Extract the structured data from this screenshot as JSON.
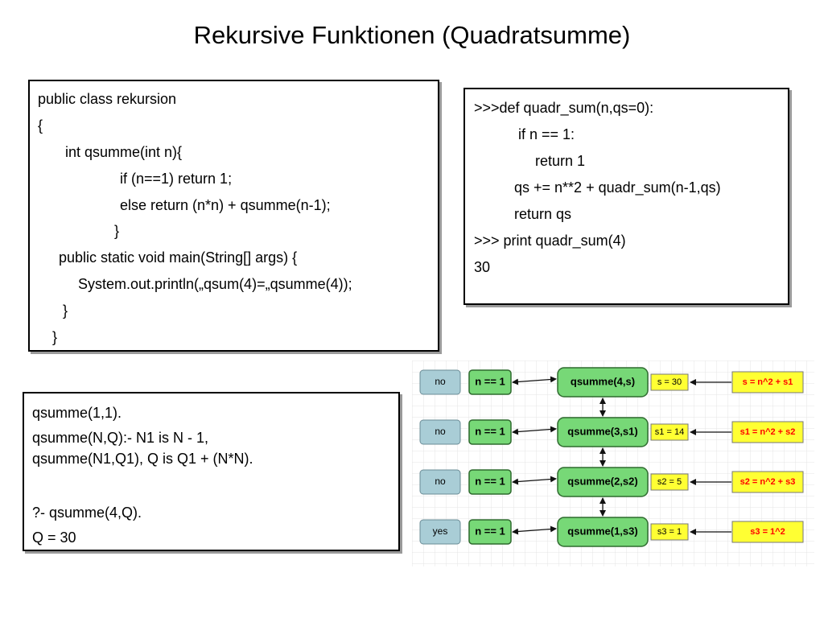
{
  "title": "Rekursive Funktionen (Quadratsumme)",
  "java_code": [
    "public class rekursion",
    "{",
    "int qsumme(int n){",
    "if (n==1) return 1;",
    "else return (n*n) + qsumme(n-1);",
    "}",
    "public static void main(String[] args) {",
    "System.out.println(„qsum(4)=„qsumme(4));",
    "}",
    "}"
  ],
  "python_code": [
    ">>>def quadr_sum(n,qs=0):",
    "if n == 1:",
    "return 1",
    "qs += n**2 + quadr_sum(n-1,qs)",
    "return qs",
    ">>> print quadr_sum(4)",
    "30"
  ],
  "prolog_code": [
    "qsumme(1,1).",
    "qsumme(N,Q):- N1 is N - 1,",
    "qsumme(N1,Q1), Q is Q1 + (N*N).",
    "?- qsumme(4,Q).",
    "Q = 30"
  ],
  "diagram": {
    "colors": {
      "call_node": "#77d877",
      "check_node": "#77d877",
      "answer_node": "#a9cdd6",
      "value_box": "#ffff33",
      "formula_box": "#ff0000",
      "grid": "#e4e4e4"
    },
    "rows": [
      {
        "answer": "no",
        "check": "n == 1",
        "call": "qsumme(4,s)",
        "value": "s = 30",
        "formula": "s = n^2 + s1"
      },
      {
        "answer": "no",
        "check": "n == 1",
        "call": "qsumme(3,s1)",
        "value": "s1 = 14",
        "formula": "s1 = n^2 + s2"
      },
      {
        "answer": "no",
        "check": "n == 1",
        "call": "qsumme(2,s2)",
        "value": "s2 = 5",
        "formula": "s2 = n^2 + s3"
      },
      {
        "answer": "yes",
        "check": "n == 1",
        "call": "qsumme(1,s3)",
        "value": "s3 = 1",
        "formula": "s3 = 1^2"
      }
    ]
  }
}
